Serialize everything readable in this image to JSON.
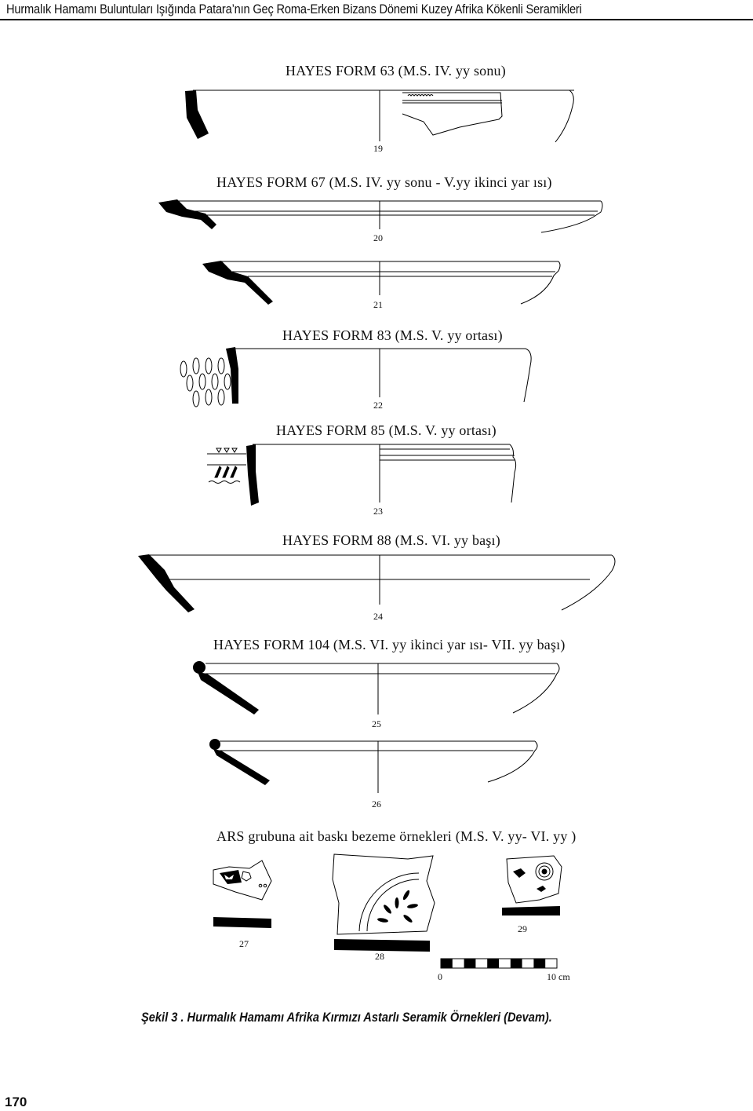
{
  "header": {
    "running_title": "Hurmalık Hamamı Buluntuları Işığında Patara’nın Geç Roma-Erken Bizans Dönemi Kuzey Afrika Kökenli Seramikleri"
  },
  "forms": [
    {
      "title": "HAYES FORM 63  (M.S. IV. yy sonu)",
      "numbers": [
        "19"
      ]
    },
    {
      "title": "HAYES FORM 67 (M.S. IV. yy sonu - V.yy ikinci yar ısı)",
      "numbers": [
        "20",
        "21"
      ]
    },
    {
      "title": "HAYES FORM 83  (M.S. V. yy ortası)",
      "numbers": [
        "22"
      ]
    },
    {
      "title": "HAYES FORM 85  (M.S. V. yy ortası)",
      "numbers": [
        "23"
      ]
    },
    {
      "title": "HAYES FORM 88  (M.S. VI. yy başı)",
      "numbers": [
        "24"
      ]
    },
    {
      "title": "HAYES FORM 104  (M.S. VI. yy ikinci yar ısı- VII. yy başı)",
      "numbers": [
        "25",
        "26"
      ]
    }
  ],
  "stamps": {
    "title": "ARS grubuna ait baskı bezeme örnekleri (M.S. V. yy- VI. yy )",
    "numbers": [
      "27",
      "28",
      "29"
    ]
  },
  "scale_bar": {
    "start": "0",
    "end": "10 cm"
  },
  "figure_caption": "Şekil 3 . Hurmalık Hamamı Afrika Kırmızı Astarlı Seramik Örnekleri (Devam).",
  "page_number": "170"
}
